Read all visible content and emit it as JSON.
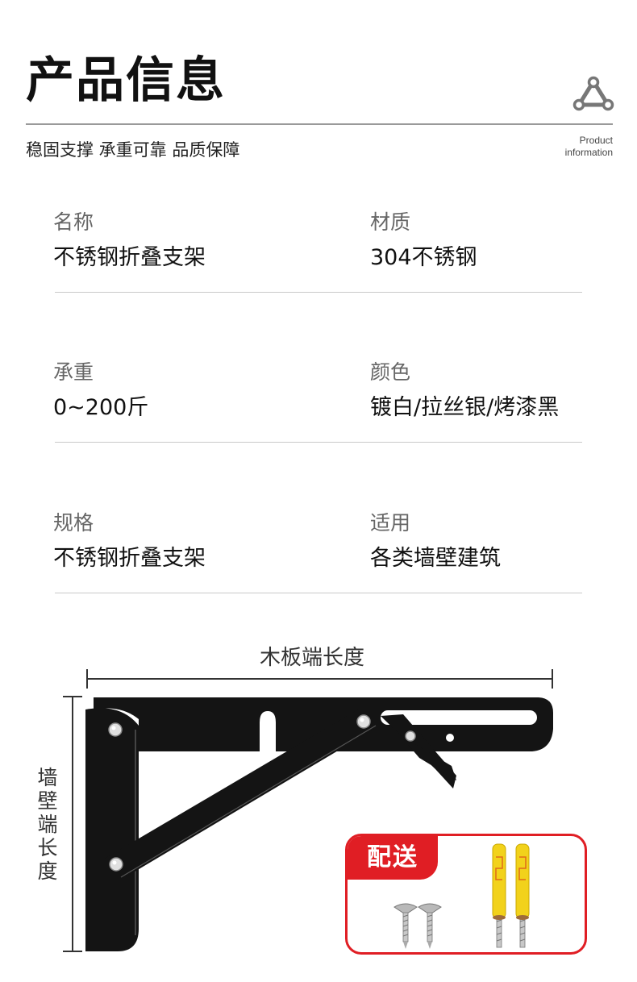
{
  "header": {
    "title": "产品信息",
    "subtitle": "稳固支撑 承重可靠 品质保障",
    "en_label_line1": "Product",
    "en_label_line2": "information",
    "logo_icon": "triangle-nodes-icon"
  },
  "specs": [
    {
      "label": "名称",
      "value": "不锈钢折叠支架"
    },
    {
      "label": "材质",
      "value": "304不锈钢"
    },
    {
      "label": "承重",
      "value": "0~200斤"
    },
    {
      "label": "颜色",
      "value": "镀白/拉丝银/烤漆黑"
    },
    {
      "label": "规格",
      "value": "不锈钢折叠支架"
    },
    {
      "label": "适用",
      "value": "各类墙壁建筑"
    }
  ],
  "diagram": {
    "horizontal_dimension": "木板端长度",
    "vertical_dimension": "墙壁端长度",
    "bracket_color": "#141414"
  },
  "gift": {
    "tag": "配送",
    "accent_color": "#e01e24",
    "items": [
      "screw-icon",
      "wall-anchor-icon"
    ]
  }
}
